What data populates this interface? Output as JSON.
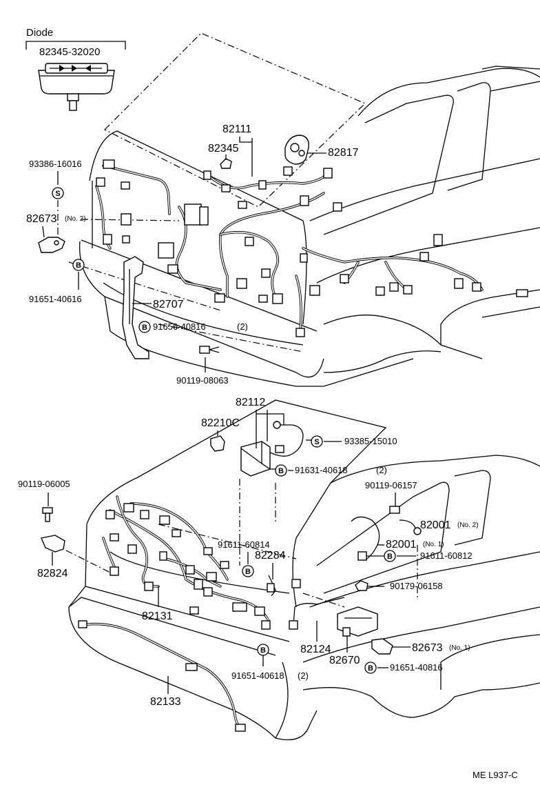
{
  "diagram_id": "ME L937-C",
  "diode": {
    "title": "Diode",
    "part_number": "82345-32020"
  },
  "upper_labels": {
    "p82111": "82111",
    "p82345": "82345",
    "p82817": "82817",
    "p93386": "93386-16016",
    "p82673": "82673",
    "p82673_note": "(No. 2)",
    "p91651_40616": "91651-40616",
    "p82707": "82707",
    "p91656": "91656-40816",
    "p91656_qty": "(2)",
    "p90119_08063": "90119-08063"
  },
  "lower_labels": {
    "p82112": "82112",
    "p82210c": "82210C",
    "p93385": "93385-15010",
    "p91631": "91631-40618",
    "p91631_qty": "(2)",
    "p90119_06005": "90119-06005",
    "p90119_06157": "90119-06157",
    "p82001_a": "82001",
    "p82001_a_note": "(No. 2)",
    "p82001_b": "82001",
    "p82001_b_note": "(No. 1)",
    "p91611_60814": "91611-60814",
    "p82284": "82284",
    "p91611_60812": "91611-60812",
    "p82824": "82824",
    "p90179": "90179-06158",
    "p82131": "82131",
    "p82124": "82124",
    "p82670": "82670",
    "p82673": "82673",
    "p82673_note": "(No. 1)",
    "p91651_40618": "91651-40618",
    "p91651_40618_qty": "(2)",
    "p91651_40816": "91651-40816",
    "p82133": "82133"
  },
  "badges": {
    "s": "S",
    "b": "B"
  }
}
